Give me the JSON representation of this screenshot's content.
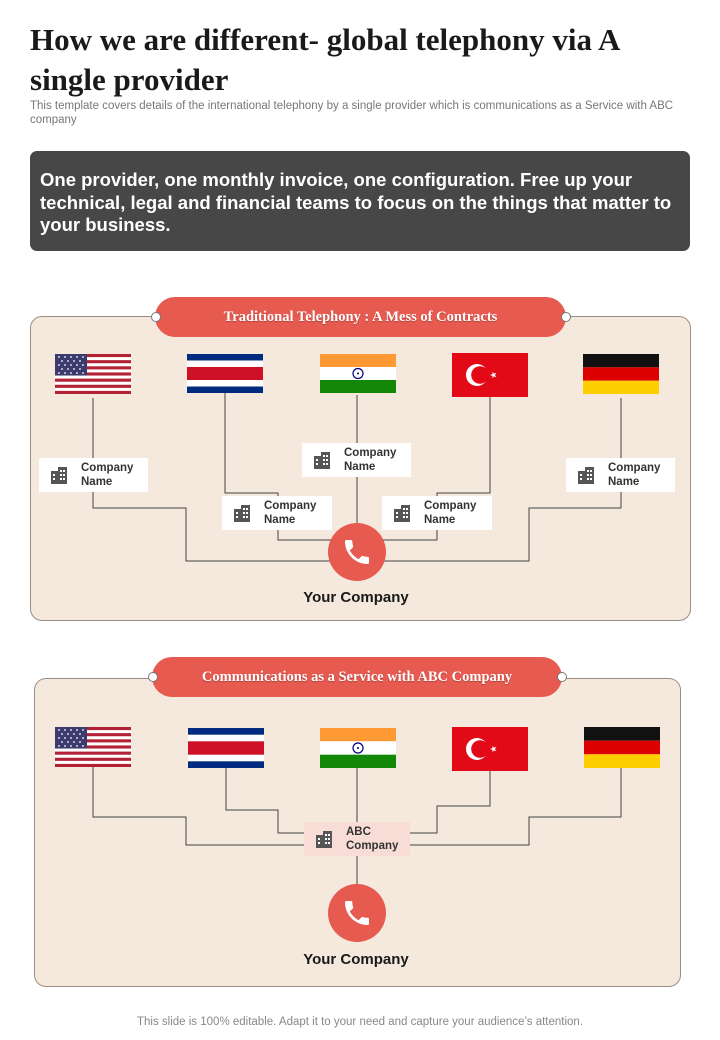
{
  "page": {
    "title": "How we are different- global telephony via A single provider",
    "subtitle": "This template covers details of the international telephony by a single provider which is communications as a Service with ABC company",
    "banner": "One provider, one monthly invoice, one configuration. Free up your technical, legal and financial teams to focus on the things that matter to your business.",
    "footer": "This slide is 100% editable. Adapt it to your need and capture your audience’s attention."
  },
  "flags": [
    "usa-flag-icon",
    "costa-rica-flag-icon",
    "india-flag-icon",
    "turkey-flag-icon",
    "germany-flag-icon"
  ],
  "panel1": {
    "header": "Traditional  Telephony : A Mess of Contracts",
    "companies": [
      "Company Name",
      "Company Name",
      "Company Name",
      "Company Name",
      "Company Name"
    ],
    "your_company": "Your Company"
  },
  "panel2": {
    "header": "Communications  as a Service with  ABC Company",
    "hub": "ABC Company",
    "your_company": "Your Company"
  },
  "colors": {
    "accent": "#e65a50",
    "banner": "#474747",
    "panel_bg": "#f5e9de",
    "hub_bg": "#f8dcd6"
  }
}
